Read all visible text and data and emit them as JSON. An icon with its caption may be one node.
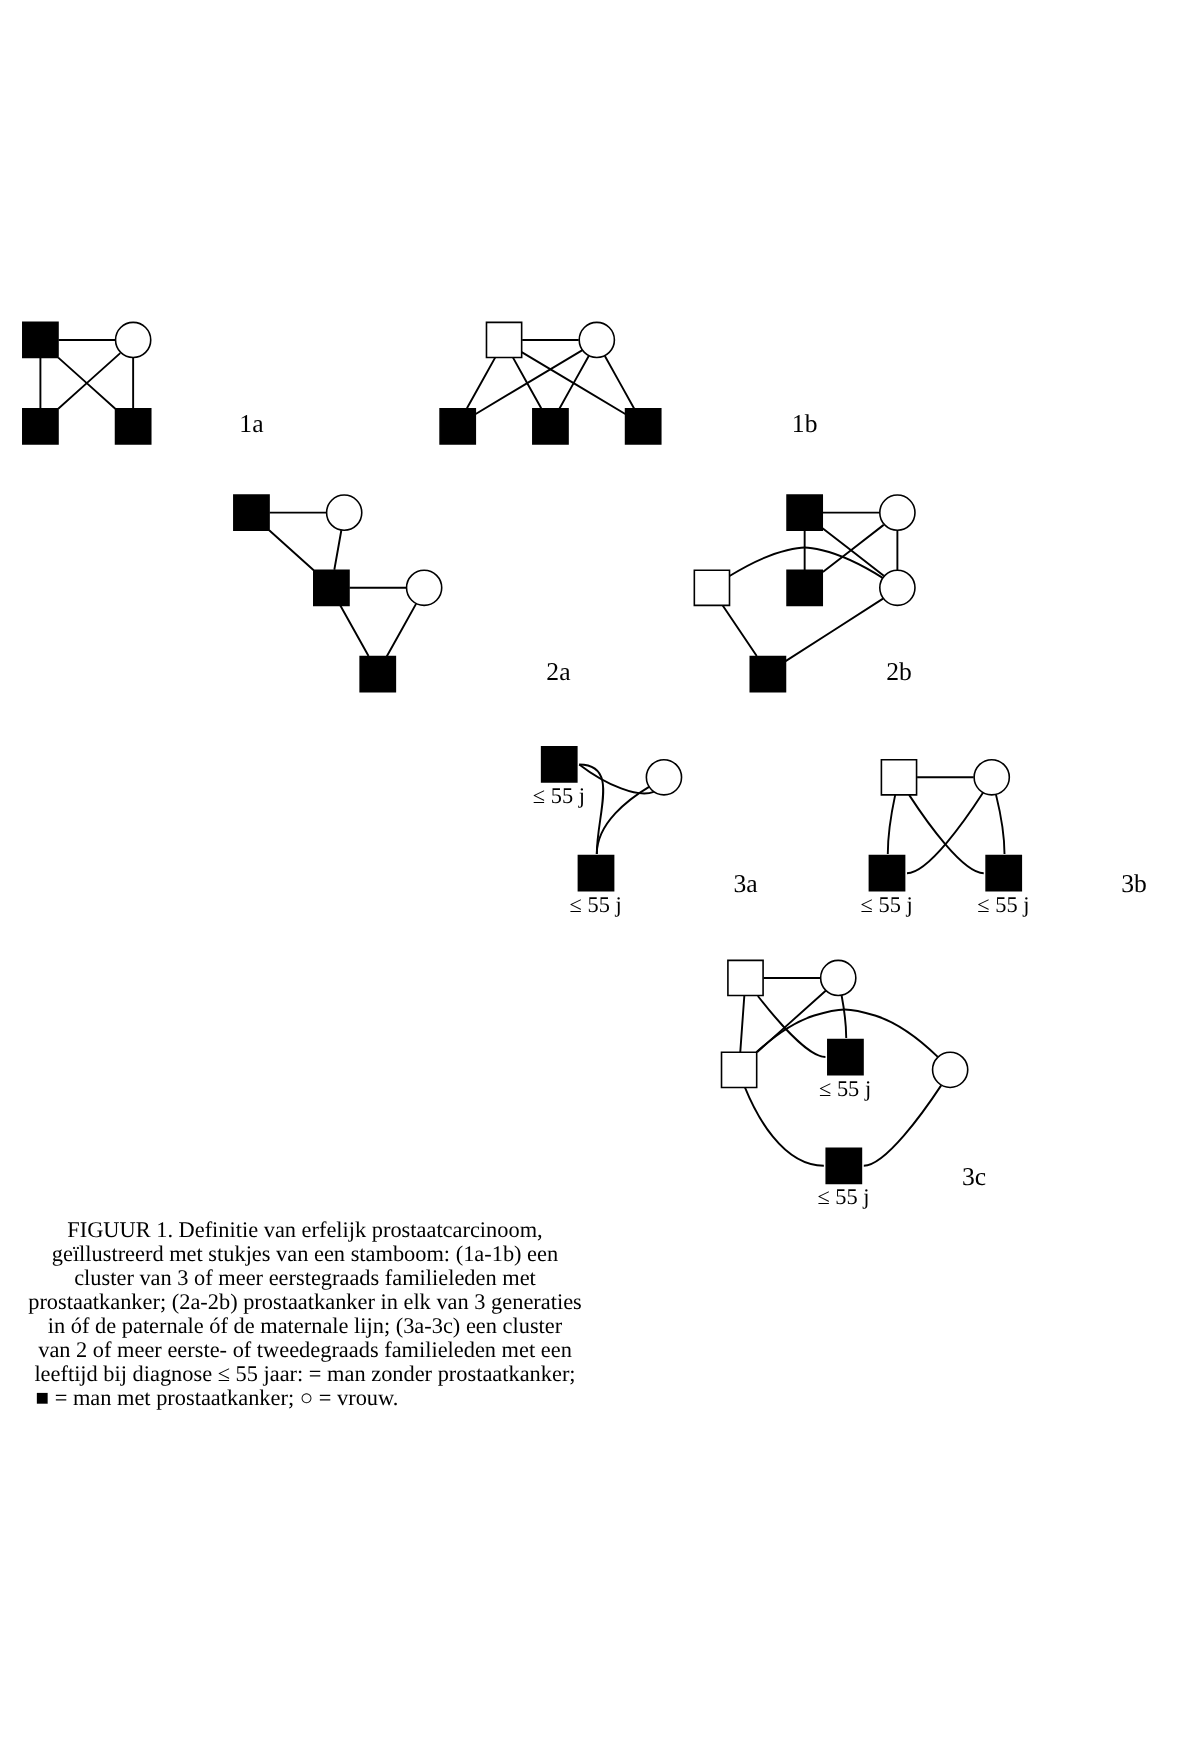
{
  "diagram": {
    "caption": "FIGUUR 1. Definitie van erfelijk prostaatcarcinoom, geïllustreerd met stukjes van een stamboom: (1a-1b) een cluster van 3 of meer eerstegraads familieleden met prostaatkanker; (2a-2b) prostaatkanker in elk van 3 generaties in óf de paternale óf de maternale lijn; (3a-3c) een cluster van 2 of meer eerste- of tweedegraads familieleden met een leeftijd bij diagnose ≤ 55 jaar: = man zonder prostaatkanker; ■ = man met prostaatkanker; ○ = vrouw.",
    "nodes": [
      {
        "text": [],
        "shape": "box"
      },
      {
        "text": [],
        "shape": "circle"
      },
      {
        "text": [],
        "shape": "box"
      },
      {
        "text": [],
        "shape": "box"
      },
      {
        "text": [],
        "shape": "box"
      },
      {
        "text": [],
        "shape": "circle"
      },
      {
        "text": [],
        "shape": "box"
      },
      {
        "text": [],
        "shape": "box"
      },
      {
        "text": [],
        "shape": "box"
      },
      {
        "text": [],
        "shape": "box"
      },
      {
        "text": [],
        "shape": "circle"
      },
      {
        "text": [],
        "shape": "box"
      },
      {
        "text": [],
        "shape": "circle"
      },
      {
        "text": [],
        "shape": "box"
      },
      {
        "text": [],
        "shape": "box"
      },
      {
        "text": [],
        "shape": "circle"
      },
      {
        "text": [],
        "shape": "box"
      },
      {
        "text": [],
        "shape": "circle"
      },
      {
        "text": [],
        "shape": "box"
      },
      {
        "text": [],
        "shape": "box"
      },
      {
        "text": [],
        "shape": "box",
        "beside": [
          "≤ 55 j"
        ]
      },
      {
        "text": [],
        "shape": "circle"
      },
      {
        "text": [],
        "shape": "box",
        "beside": [
          "≤ 55 j"
        ]
      },
      {
        "text": [],
        "shape": "box"
      },
      {
        "text": [],
        "shape": "circle"
      },
      {
        "text": [],
        "shape": "box",
        "beside": [
          "≤ 55 j"
        ]
      },
      {
        "text": [],
        "shape": "box",
        "beside": [
          "≤ 55 j"
        ]
      },
      {
        "text": [],
        "shape": "box"
      },
      {
        "text": [],
        "shape": "circle"
      },
      {
        "text": [],
        "shape": "box",
        "beside": [
          "≤ 55 j"
        ]
      },
      {
        "text": [],
        "shape": "box"
      },
      {
        "text": [],
        "shape": "circle"
      },
      {
        "text": [],
        "shape": "box",
        "beside": [
          "≤ 55 j"
        ]
      }
    ],
    "edges": [
      {
        "from": 0,
        "to": 1,
        "arrow": "none"
      },
      {
        "from": 0,
        "to": 2,
        "arrow": "none"
      },
      {
        "from": 1,
        "to": 2,
        "arrow": "none"
      },
      {
        "from": 0,
        "to": 3,
        "arrow": "none"
      },
      {
        "from": 1,
        "to": 3,
        "arrow": "none"
      },
      {
        "from": 4,
        "to": 5,
        "arrow": "none"
      },
      {
        "from": 4,
        "to": 6,
        "arrow": "none"
      },
      {
        "from": 5,
        "to": 6,
        "arrow": "none"
      },
      {
        "from": 4,
        "to": 7,
        "arrow": "none"
      },
      {
        "from": 5,
        "to": 7,
        "arrow": "none"
      },
      {
        "from": 4,
        "to": 8,
        "arrow": "none"
      },
      {
        "from": 5,
        "to": 8,
        "arrow": "none"
      },
      {
        "from": 9,
        "to": 10,
        "arrow": "none"
      },
      {
        "from": 9,
        "to": 11,
        "arrow": "none"
      },
      {
        "from": 10,
        "to": 11,
        "arrow": "none"
      },
      {
        "from": 11,
        "to": 12,
        "arrow": "none"
      },
      {
        "from": 11,
        "to": 13,
        "arrow": "none"
      },
      {
        "from": 12,
        "to": 13,
        "arrow": "none"
      },
      {
        "from": 14,
        "to": 15,
        "arrow": "none"
      },
      {
        "from": 14,
        "to": 17,
        "arrow": "none"
      },
      {
        "from": 15,
        "to": 17,
        "arrow": "none"
      },
      {
        "from": 14,
        "to": 18,
        "arrow": "none"
      },
      {
        "from": 15,
        "to": 18,
        "arrow": "none"
      },
      {
        "from": 16,
        "to": 17,
        "arrow": "none"
      },
      {
        "from": 16,
        "to": 19,
        "arrow": "none"
      },
      {
        "from": 17,
        "to": 19,
        "arrow": "none"
      },
      {
        "from": 20,
        "to": 21,
        "arrow": "none"
      },
      {
        "from": 20,
        "to": 22,
        "arrow": "none"
      },
      {
        "from": 21,
        "to": 22,
        "arrow": "none"
      },
      {
        "from": 23,
        "to": 24,
        "arrow": "none"
      },
      {
        "from": 23,
        "to": 25,
        "arrow": "none"
      },
      {
        "from": 24,
        "to": 25,
        "arrow": "none"
      },
      {
        "from": 23,
        "to": 26,
        "arrow": "none"
      },
      {
        "from": 24,
        "to": 26,
        "arrow": "none"
      },
      {
        "from": 27,
        "to": 28,
        "arrow": "none"
      },
      {
        "from": 27,
        "to": 29,
        "arrow": "none"
      },
      {
        "from": 28,
        "to": 29,
        "arrow": "none"
      },
      {
        "from": 27,
        "to": 30,
        "arrow": "none"
      },
      {
        "from": 28,
        "to": 30,
        "arrow": "none"
      },
      {
        "from": 30,
        "to": 31,
        "arrow": "none"
      },
      {
        "from": 30,
        "to": 32,
        "arrow": "none"
      },
      {
        "from": 31,
        "to": 32,
        "arrow": "none"
      }
    ],
    "labels": [
      "1a",
      "1b",
      "2a",
      "2b",
      "3a",
      "3b",
      "3c"
    ]
  }
}
